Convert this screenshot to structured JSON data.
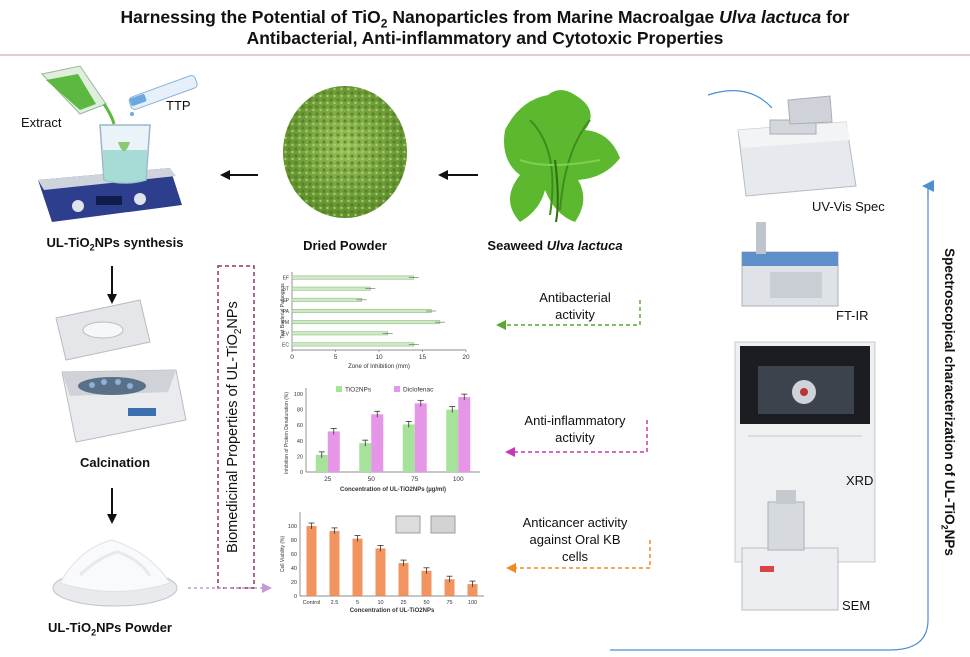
{
  "title": {
    "line1_pre": "Harnessing the Potential of TiO",
    "line1_sub": "2",
    "line1_mid": " Nanoparticles from Marine Macroalgae ",
    "line1_italic": "Ulva lactuca",
    "line1_post": " for",
    "line2": "Antibacterial,  Anti-inflammatory and Cytotoxic Properties"
  },
  "synthesis": {
    "extract": "Extract",
    "ttp": "TTP",
    "synthesis_pre": "UL-TiO",
    "synthesis_sub": "2",
    "synthesis_post": "NPs synthesis",
    "calcination": "Calcination",
    "powder_pre": "UL-TiO",
    "powder_sub": "2",
    "powder_post": "NPs Powder"
  },
  "materials": {
    "dried": "Dried Powder",
    "seaweed_pre": "Seaweed ",
    "seaweed_italic": "Ulva lactuca"
  },
  "biomed_pre": "Biomedicinal Properties of UL-TiO",
  "biomed_sub": "2",
  "biomed_post": "NPs",
  "activities": {
    "antibacterial": [
      "Antibacterial",
      "activity"
    ],
    "antiinflammatory": [
      "Anti-inflammatory",
      "activity"
    ],
    "anticancer": [
      "Anticancer activity",
      "against Oral KB",
      "cells"
    ]
  },
  "instruments": {
    "uvvis": "UV-Vis Spec",
    "ftir": "FT-IR",
    "xrd": "XRD",
    "sem": "SEM"
  },
  "spectro_pre": "Spectroscopical characterization of UL-TiO",
  "spectro_sub": "2",
  "spectro_post": "NPs",
  "colors": {
    "green_arrow": "#5aa832",
    "magenta_arrow": "#c837b5",
    "orange_arrow": "#ee8a22",
    "blue_arrow": "#4a8fd4",
    "biomed_border": "#9a2d6a",
    "bar_green": "#a6e29a",
    "bar_pink": "#e596e6",
    "bar_orange": "#f0884e"
  },
  "chart_data": [
    {
      "type": "bar",
      "orientation": "horizontal",
      "categories": [
        "EF",
        "ST",
        "SP",
        "PA",
        "PM",
        "EV",
        "EC"
      ],
      "values": [
        14,
        9,
        8,
        16,
        17,
        11,
        14
      ],
      "xlabel": "Zone of Inhibition (mm)",
      "ylabel": "Test Bacterial Pathogens",
      "xticks": [
        0,
        5,
        10,
        15,
        20
      ],
      "xlim": [
        0,
        20
      ]
    },
    {
      "type": "bar",
      "categories": [
        "25",
        "50",
        "75",
        "100"
      ],
      "series": [
        {
          "name": "TiO2NPs",
          "values": [
            22,
            37,
            61,
            80
          ]
        },
        {
          "name": "Diclofenac",
          "values": [
            52,
            74,
            88,
            96
          ]
        }
      ],
      "xlabel": "Concentration of UL-TiO2NPs (µg/ml)",
      "ylabel": "Inhibition of Protein Denaturation (%)",
      "yticks": [
        0,
        20,
        40,
        60,
        80,
        100
      ],
      "ylim": [
        0,
        100
      ],
      "legend": "top"
    },
    {
      "type": "bar",
      "categories": [
        "Control",
        "2.5",
        "5",
        "10",
        "25",
        "50",
        "75",
        "100"
      ],
      "values": [
        100,
        93,
        82,
        68,
        47,
        36,
        24,
        17
      ],
      "xlabel": "Concentration of UL-TiO2NPs",
      "ylabel": "Cell Viability (%)",
      "yticks": [
        0,
        20,
        40,
        60,
        80,
        100
      ],
      "ylim": [
        0,
        120
      ]
    }
  ]
}
